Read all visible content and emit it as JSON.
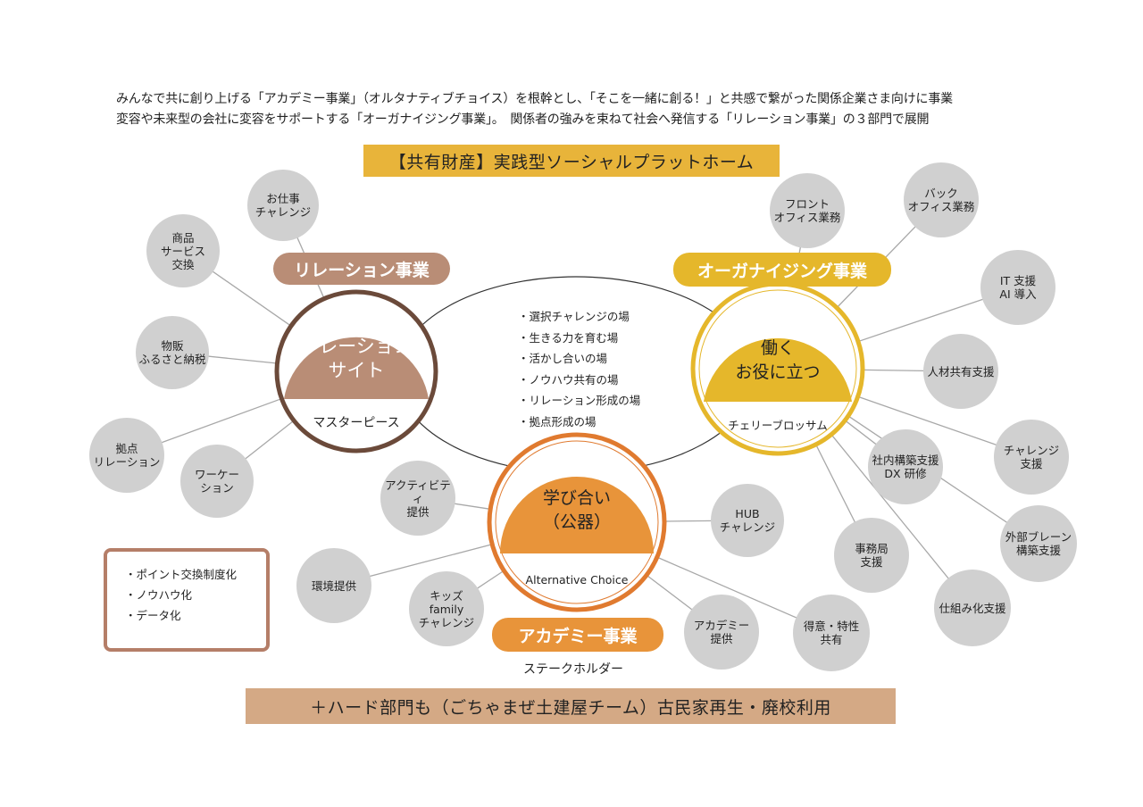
{
  "intro": {
    "line1": "みんなで共に創り上げる「アカデミー事業」（オルタナティブチョイス）を根幹とし、「そこを一緒に創る！」と共感で繋がった関係企業さま向けに事業",
    "line2": "変容や未来型の会社に変容をサポートする「オーガナイジング事業」。　関係者の強みを束ねて社会へ発信する「リレーション事業」の３部門で展開"
  },
  "top_banner": "【共有財産】実践型ソーシャルプラットホーム",
  "bottom_banner": "＋ハード部門も（ごちゃまぜ土建屋チーム）古民家再生・廃校利用",
  "center_list": [
    "選択チャレンジの場",
    "生きる力を育む場",
    "活かし合いの場",
    "ノウハウ共有の場",
    "リレーション形成の場",
    "拠点形成の場"
  ],
  "box_list": [
    "ポイント交換制度化",
    "ノウハウ化",
    "データ化"
  ],
  "hubs": {
    "relation": {
      "pill": "リレーション事業",
      "title": "リレーション\nサイト",
      "subtitle": "マスターピース",
      "color": "#b98d76",
      "ring": "#6b4a3a",
      "satellites": [
        "お仕事\nチャレンジ",
        "商品\nサービス\n交換",
        "物販\nふるさと納税",
        "拠点\nリレーション",
        "ワーケー\nション"
      ]
    },
    "organizing": {
      "pill": "オーガナイジング事業",
      "title": "働く\nお役に立つ",
      "subtitle": "チェリーブロッサム",
      "color": "#e5b72b",
      "ring": "#e5b72b",
      "satellites": [
        "フロント\nオフィス業務",
        "バック\nオフィス業務",
        "IT 支援\nAI 導入",
        "人材共有支援",
        "チャレンジ\n支援",
        "社内構築支援\nDX 研修",
        "外部ブレーン\n構築支援",
        "事務局\n支援",
        "仕組み化支援"
      ]
    },
    "academy": {
      "pill": "アカデミー事業",
      "title": "学び合い\n（公器）",
      "subtitle": "Alternative Choice",
      "caption": "ステークホルダー",
      "color": "#e8943a",
      "ring": "#e07a2f",
      "satellites": [
        "アクティビティ\n提供",
        "HUB\nチャレンジ",
        "環境提供",
        "キッズ\nfamily\nチャレンジ",
        "アカデミー\n提供",
        "得意・特性\n共有"
      ]
    }
  },
  "colors": {
    "top_banner_bg": "#e8b43a",
    "bottom_banner_bg": "#d4a985",
    "satellite": "#d0d0d0",
    "connector": "#a8a8a8",
    "box_border": "#b57e68"
  }
}
